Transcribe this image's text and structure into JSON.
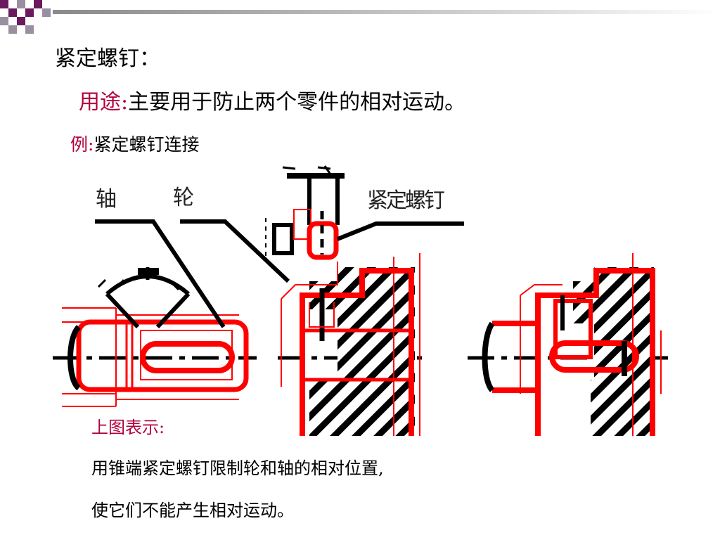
{
  "slide": {
    "title": "紧定螺钉：",
    "usage_label": "用途:",
    "usage_text": "主要用于防止两个零件的相对运动。",
    "example_label": "例:",
    "example_text": "紧定螺钉连接"
  },
  "drawing": {
    "label_shaft": "轴",
    "label_wheel": "轮",
    "label_screw": "紧定螺钉"
  },
  "caption": {
    "heading": "上图表示:",
    "line1": "用锥端紧定螺钉限制轮和轴的相对位置,",
    "line2": "使它们不能产生相对运动。"
  },
  "colors": {
    "accent": "#b3003c",
    "outline_red": "#ff0000",
    "hatch": "#000000",
    "corner_purple": "#6b1a5e",
    "corner_grey": "#9a8fa0"
  }
}
